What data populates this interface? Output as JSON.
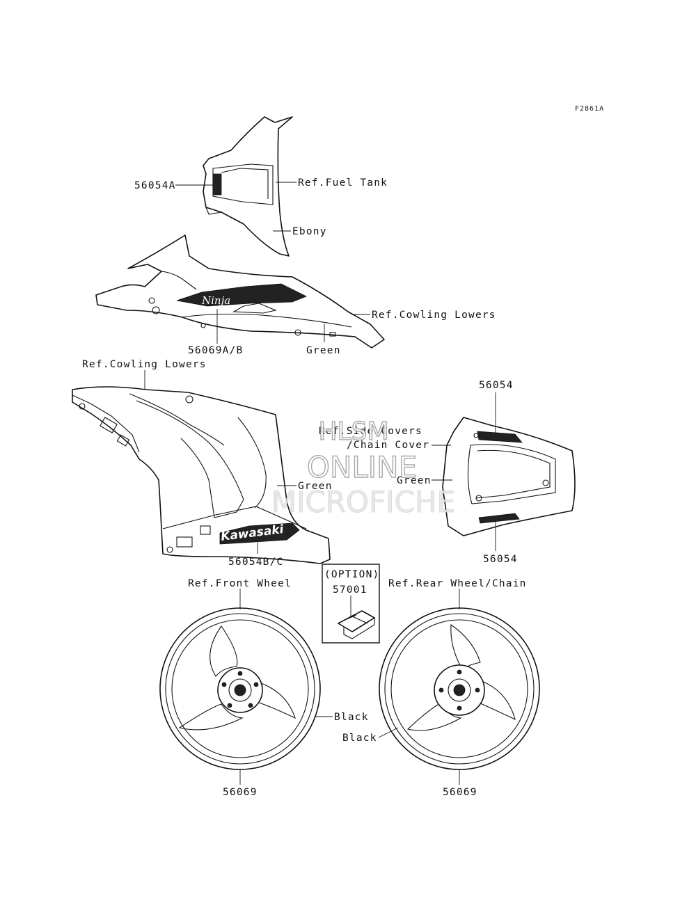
{
  "diagram_code": "F2861A",
  "labels": {
    "p56054a": "56054A",
    "ref_fuel_tank": "Ref.Fuel Tank",
    "ebony": "Ebony",
    "ref_cowling_lowers_1": "Ref.Cowling Lowers",
    "p56069ab": "56069A/B",
    "green_1": "Green",
    "ref_cowling_lowers_2": "Ref.Cowling Lowers",
    "p56054_top": "56054",
    "ref_side_covers": "Ref.Side Covers",
    "chain_cover": "/Chain Cover",
    "green_2": "Green",
    "green_3": "Green",
    "p56054bc": "56054B/C",
    "p56054_bottom": "56054",
    "option": "(OPTION)",
    "p57001": "57001",
    "ref_front_wheel": "Ref.Front Wheel",
    "ref_rear_wheel": "Ref.Rear Wheel/Chain",
    "black_1": "Black",
    "black_2": "Black",
    "p56069_left": "56069",
    "p56069_right": "56069"
  },
  "decal_text": {
    "kawasaki": "Kawasaki",
    "ninja": "Ninja"
  },
  "watermark": {
    "line1": "HLSM",
    "line2": "ONLINE",
    "line3": "MICROFICHE"
  }
}
